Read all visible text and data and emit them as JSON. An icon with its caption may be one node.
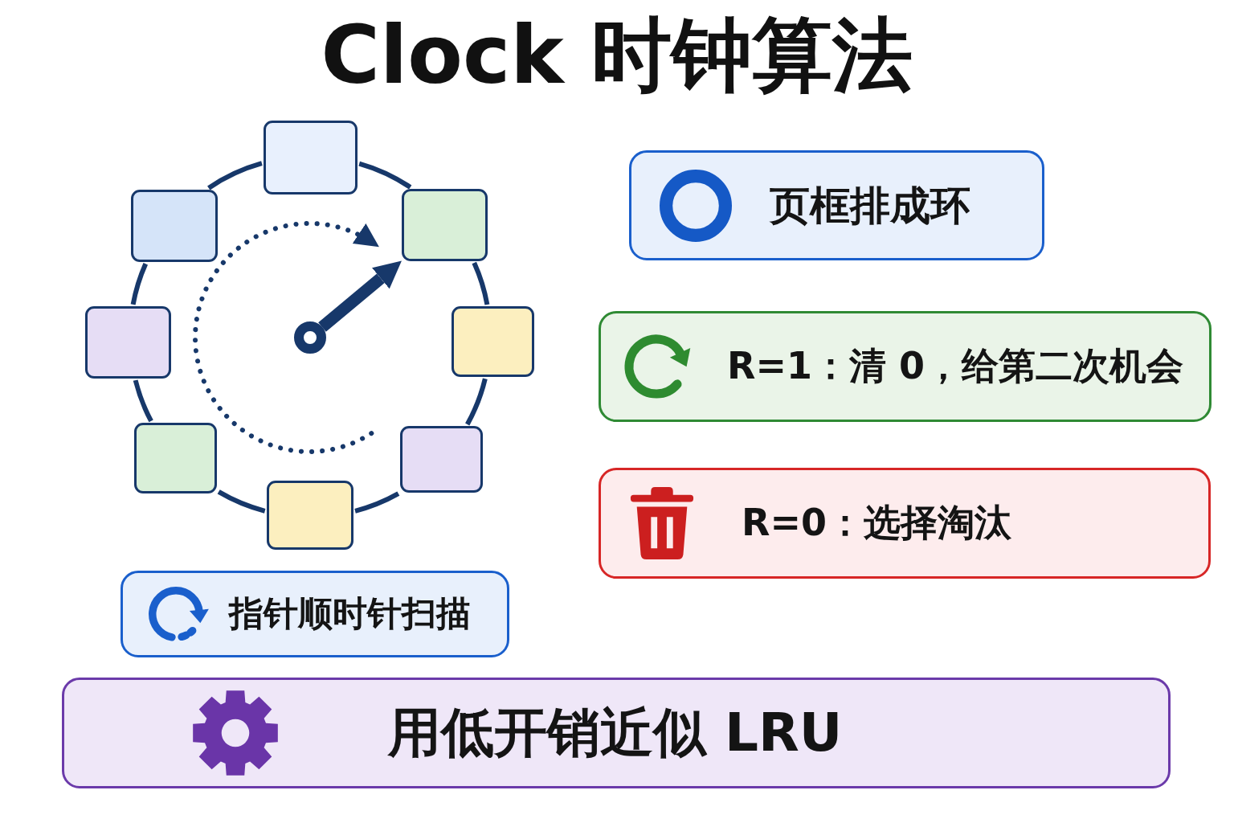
{
  "diagram": {
    "title": "Clock 时钟算法",
    "nodes": [
      {
        "text": [],
        "shape": "box"
      },
      {
        "text": [],
        "shape": "box"
      },
      {
        "text": [],
        "shape": "box"
      },
      {
        "text": [],
        "shape": "box"
      },
      {
        "text": [],
        "shape": "box"
      },
      {
        "text": [],
        "shape": "box"
      },
      {
        "text": [],
        "shape": "box"
      },
      {
        "text": [],
        "shape": "box"
      },
      {
        "text": [
          "页框排成环"
        ]
      },
      {
        "text": [
          "R=1：清 0，给第二次机会"
        ]
      },
      {
        "text": [
          "R=0：选择淘汰"
        ]
      },
      {
        "text": [
          "指针顺时针扫描"
        ]
      },
      {
        "text": [
          "用低开销近似 LRU"
        ]
      }
    ],
    "edges": [
      {
        "from": 0,
        "to": 1,
        "arrow": "none"
      },
      {
        "from": 1,
        "to": 2,
        "arrow": "none"
      },
      {
        "from": 2,
        "to": 3,
        "arrow": "none"
      },
      {
        "from": 3,
        "to": 4,
        "arrow": "none"
      },
      {
        "from": 4,
        "to": 5,
        "arrow": "none"
      },
      {
        "from": 5,
        "to": 6,
        "arrow": "none"
      },
      {
        "from": 6,
        "to": 7,
        "arrow": "none"
      },
      {
        "from": 7,
        "to": 0,
        "arrow": "none"
      },
      {
        "from": null,
        "to": 1,
        "arrow": "to",
        "style": "thick"
      }
    ]
  }
}
